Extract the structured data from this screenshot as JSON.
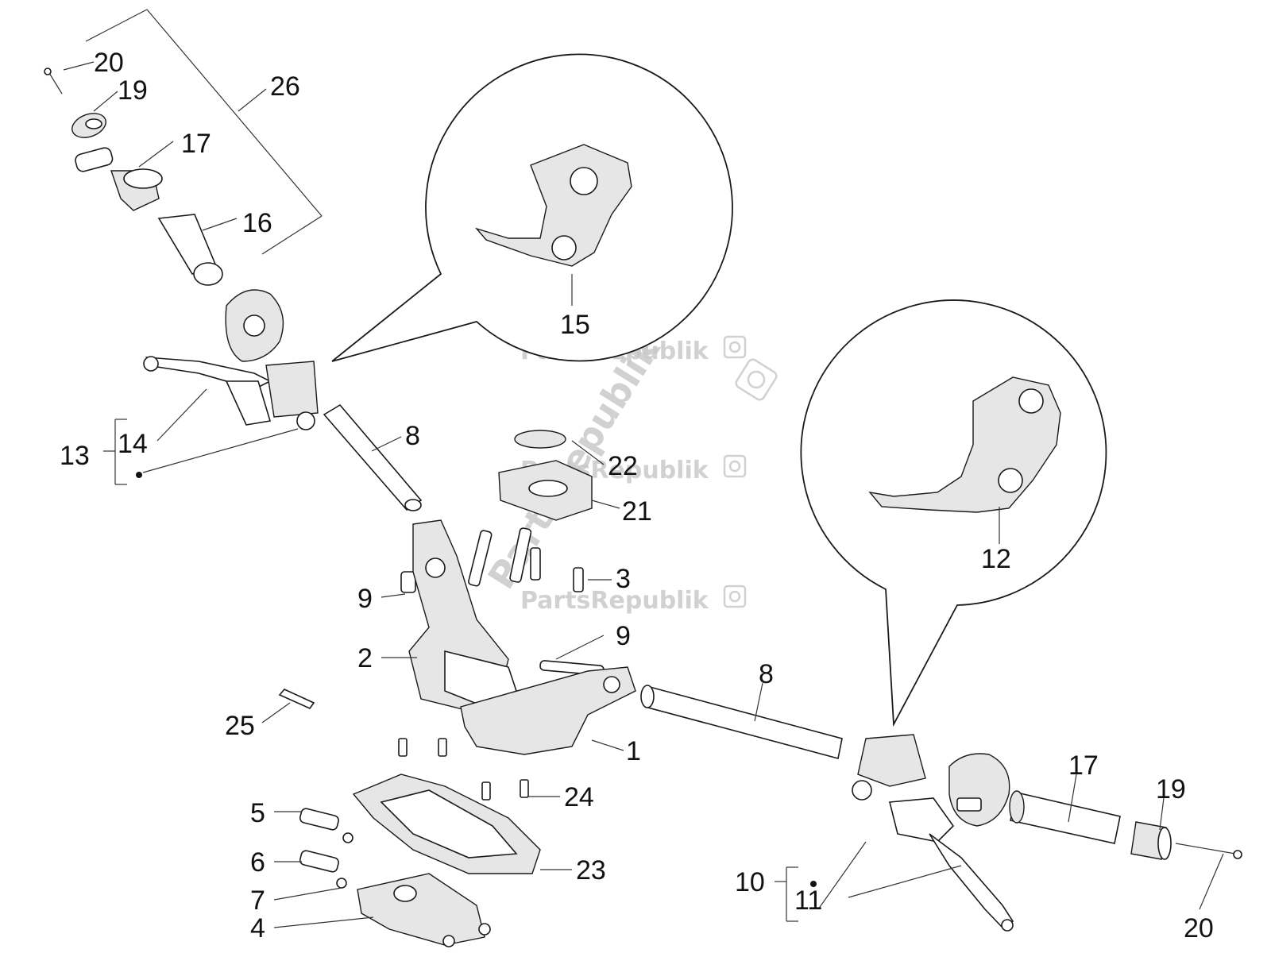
{
  "watermark": {
    "text": "PartsRepublik"
  },
  "callouts": {
    "c20a": "20",
    "c19a": "19",
    "c26": "26",
    "c17a": "17",
    "c16": "16",
    "c15": "15",
    "c14": "14",
    "c13": "13",
    "c8a": "8",
    "c22": "22",
    "c21": "21",
    "c3": "3",
    "c9a": "9",
    "c2": "2",
    "c9b": "9",
    "c8b": "8",
    "c25": "25",
    "c1": "1",
    "c12": "12",
    "c24": "24",
    "c5": "5",
    "c6": "6",
    "c7": "7",
    "c23": "23",
    "c4": "4",
    "c10": "10",
    "c11": "11",
    "c17b": "17",
    "c19b": "19",
    "c20b": "20"
  }
}
